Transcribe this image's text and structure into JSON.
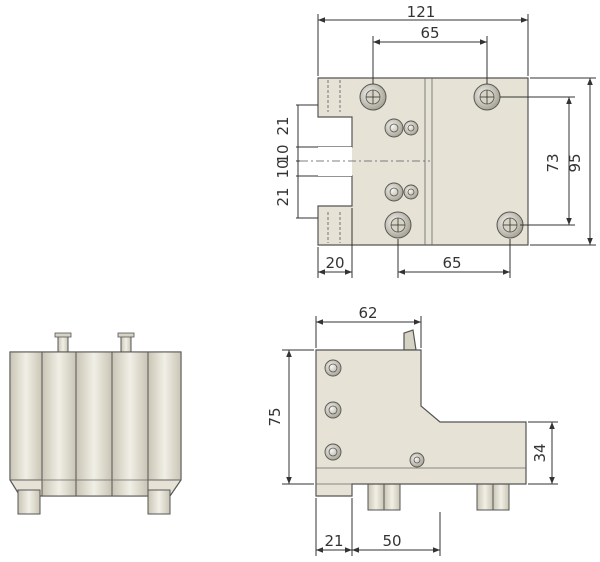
{
  "colors": {
    "body_fill": "#e6e3d6",
    "body_shadow": "#bdb9a9",
    "outline": "#555555",
    "dimension": "#333333",
    "background": "#ffffff"
  },
  "views": {
    "top": {
      "dims": {
        "overall_width": "121",
        "bolt_spacing_top": "65",
        "bolt_spacing_bottom": "65",
        "left_offset": "20",
        "height_inner": "73",
        "height_overall": "95",
        "slot_21_top": "21",
        "slot_10_top": "10",
        "slot_10_bottom": "10",
        "slot_21_bottom": "21"
      }
    },
    "front": {
      "dims": {
        "width": "62",
        "height": "75",
        "step_height": "34",
        "left_offset": "21",
        "bottom_span": "50"
      }
    },
    "side": {
      "dims": {}
    }
  },
  "icons": [
    "socket-head-screw-icon",
    "dowel-pin-icon",
    "coolant-nozzle-icon"
  ]
}
